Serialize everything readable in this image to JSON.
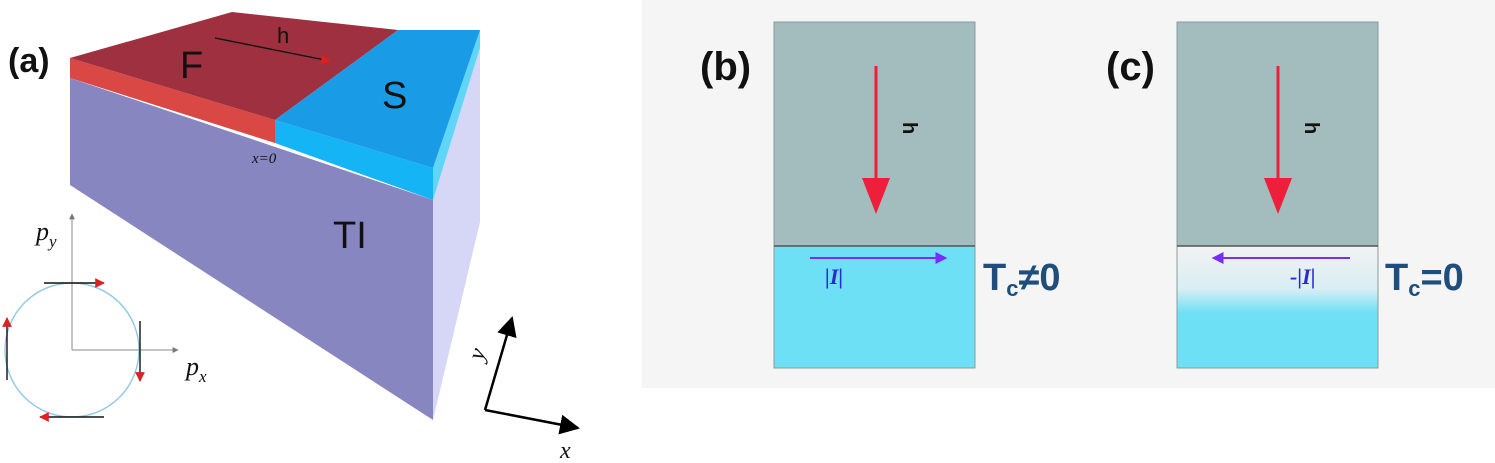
{
  "panel_a": {
    "label": "(a)",
    "layer_f": "F",
    "layer_s": "S",
    "layer_ti": "TI",
    "field_label": "h",
    "interface_label": "x=0",
    "momentum_axis_y": "p",
    "momentum_axis_y_sub": "y",
    "momentum_axis_x": "p",
    "momentum_axis_x_sub": "x",
    "coord_y": "y",
    "coord_x": "x",
    "colors": {
      "ferromagnet_top": "#9e3040",
      "ferromagnet_edge": "#d94845",
      "superconductor_top": "#1a9be6",
      "superconductor_edge": "#14b4f5",
      "ti_front": "#8886c0",
      "ti_side": "#d6d6f7",
      "spin_arrow": "#e02020"
    }
  },
  "panel_b": {
    "label": "(b)",
    "field_label": "h",
    "current_label": "|I|",
    "tc_main": "T",
    "tc_sub": "c",
    "tc_rel": "≠0"
  },
  "panel_c": {
    "label": "(c)",
    "field_label": "h",
    "current_label": "-|I|",
    "tc_main": "T",
    "tc_sub": "c",
    "tc_rel": "=0"
  },
  "colors": {
    "f_region": "#a3bcbd",
    "s_region": "#6ee0f5",
    "field_arrow": "#ee1f3b",
    "current_arrow": "#7a2bff",
    "tc_text": "#1f4d7c",
    "panel_bg": "#f5f5f5"
  }
}
